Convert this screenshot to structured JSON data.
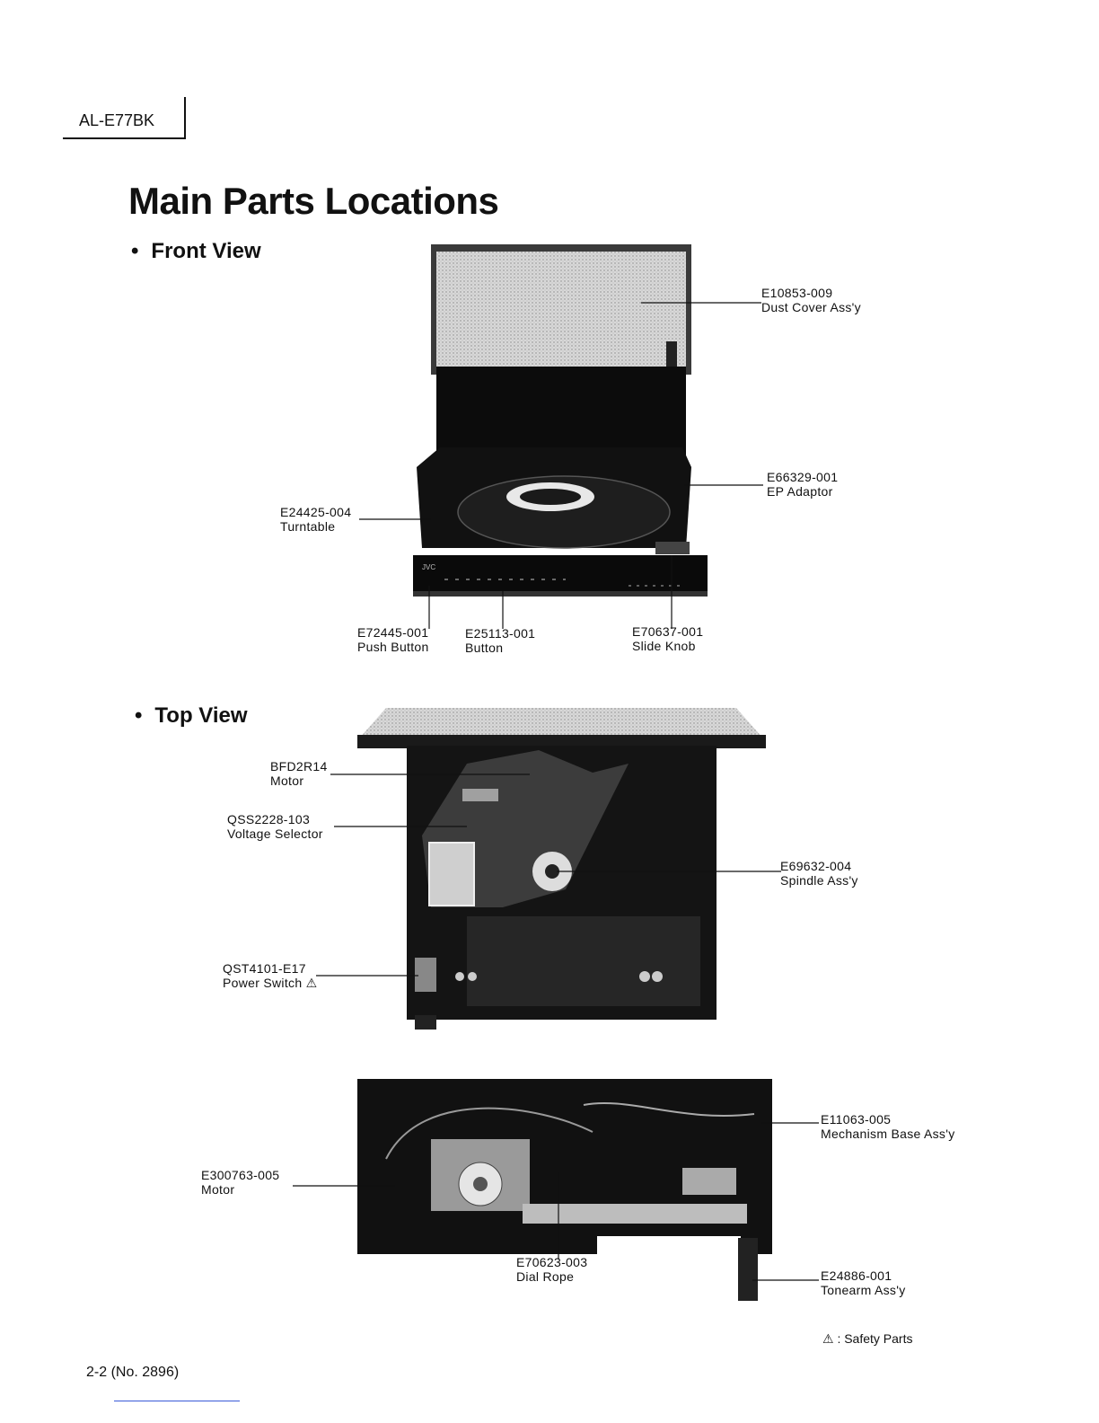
{
  "header": {
    "model": "AL-E77BK"
  },
  "page_title": "Main Parts Locations",
  "sections": {
    "front": "Front View",
    "top": "Top View"
  },
  "bullet": "•",
  "front_labels": {
    "dust_cover": {
      "code": "E10853-009",
      "name": "Dust Cover Ass'y"
    },
    "ep_adaptor": {
      "code": "E66329-001",
      "name": "EP Adaptor"
    },
    "turntable": {
      "code": "E24425-004",
      "name": "Turntable"
    },
    "push_button": {
      "code": "E72445-001",
      "name": "Push Button"
    },
    "button": {
      "code": "E25113-001",
      "name": "Button"
    },
    "slide_knob": {
      "code": "E70637-001",
      "name": "Slide Knob"
    }
  },
  "top_labels": {
    "motor": {
      "code": "BFD2R14",
      "name": "Motor"
    },
    "voltage_selector": {
      "code": "QSS2228-103",
      "name": "Voltage Selector"
    },
    "spindle": {
      "code": "E69632-004",
      "name": "Spindle Ass'y"
    },
    "power_switch": {
      "code": "QST4101-E17",
      "name": "Power Switch ⚠"
    }
  },
  "mech_labels": {
    "mechanism_base": {
      "code": "E11063-005",
      "name": "Mechanism Base Ass'y"
    },
    "motor": {
      "code": "E300763-005",
      "name": "Motor"
    },
    "dial_rope": {
      "code": "E70623-003",
      "name": "Dial Rope"
    },
    "tonearm": {
      "code": "E24886-001",
      "name": "Tonearm Ass'y"
    }
  },
  "safety_note": "⚠ : Safety Parts",
  "footer": "2-2 (No. 2896)",
  "brand_mark": "JVC"
}
